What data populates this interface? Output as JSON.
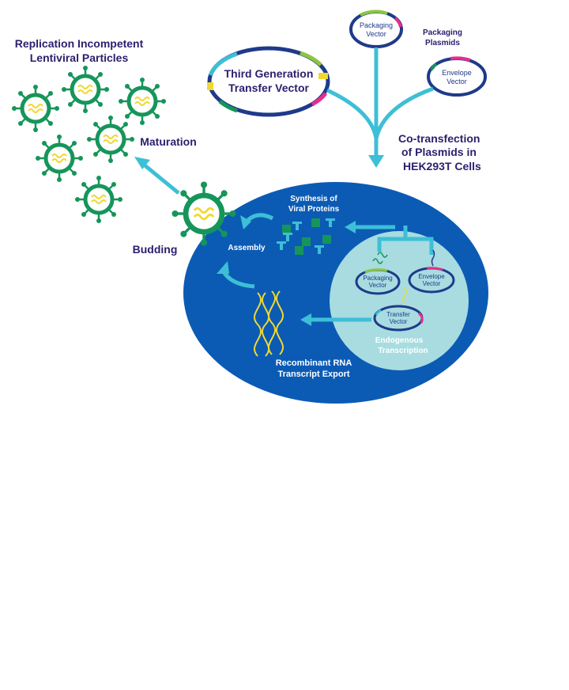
{
  "labels": {
    "replication_line1": "Replication Incompetent",
    "replication_line2": "Lentiviral Particles",
    "maturation": "Maturation",
    "budding": "Budding",
    "assembly": "Assembly",
    "synthesis_line1": "Synthesis of",
    "synthesis_line2": "Viral Proteins",
    "rna_line1": "Recombinant RNA",
    "rna_line2": "Transcript Export",
    "endogenous_line1": "Endogenous",
    "endogenous_line2": "Transcription",
    "cotransfection_line1": "Co-transfection",
    "cotransfection_line2": "of Plasmids in",
    "cotransfection_line3": "HEK293T Cells",
    "packaging_plasmids_line1": "Packaging",
    "packaging_plasmids_line2": "Plasmids"
  },
  "plasmids": {
    "transfer_line1": "Third Generation",
    "transfer_line2": "Transfer Vector",
    "packaging_line1": "Packaging",
    "packaging_line2": "Vector",
    "envelope_line1": "Envelope",
    "envelope_line2": "Vector",
    "inner_packaging_line1": "Packaging",
    "inner_packaging_line2": "Vector",
    "inner_envelope_line1": "Envelope",
    "inner_envelope_line2": "Vector",
    "inner_transfer_line1": "Transfer",
    "inner_transfer_line2": "Vector"
  },
  "colors": {
    "cell": "#0b5bb5",
    "nucleus": "#a8dce0",
    "arrow": "#3dbfd6",
    "virus": "#16955a",
    "rna": "#f0d830",
    "label": "#2a1f6e",
    "plasmid_ring": "#1f3a8a"
  }
}
